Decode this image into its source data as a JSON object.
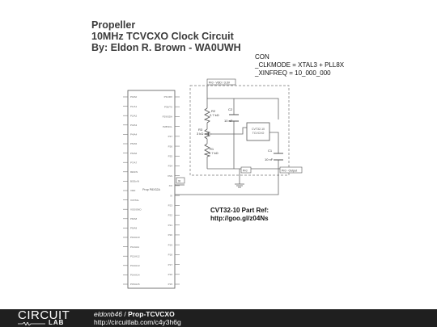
{
  "title": {
    "line1": "Propeller",
    "line2": "10MHz TCVCXO Clock Circuit",
    "line3": "By: Eldon R. Brown - WA0UWH"
  },
  "con_block": {
    "line1": "CON",
    "line2": "_CLKMODE = XTAL3 + PLL8X",
    "line3": "_XINFREQ = 10_000_000"
  },
  "part_ref": {
    "line1": "CVT32-10 Part Ref:",
    "line2": "http://goo.gl/z04Ns"
  },
  "schematic": {
    "chip_label": "Prop P8X32A",
    "left_pins": [
      "P0/A0",
      "P1/A1",
      "P2/A2",
      "P3/A3",
      "P4/A4",
      "P5/A5",
      "P6/A6",
      "P7/A7",
      "RES/N",
      "BOEn/N",
      "VDD",
      "XI/XTAL",
      "VSS/GND",
      "P8/A8",
      "P9/A9",
      "P10/A10",
      "P11/A11",
      "P12/A12",
      "P13/A13",
      "P14/A14",
      "P15/A15"
    ],
    "right_pins": [
      "P31/RX",
      "P30/TX",
      "P29/SDA",
      "P28/SCL",
      "P27",
      "P26",
      "P25",
      "P24",
      "VSS",
      "XO",
      "XI",
      "P23",
      "P22",
      "P21",
      "P20",
      "P19",
      "P18",
      "P17",
      "P16",
      "P15"
    ],
    "net_vdd": "Prd - VDD / 3.3V",
    "net_prd": "Prd",
    "net_output": "Prd - Output",
    "net_xi": "XI",
    "r2_name": "R2",
    "r2_value": "2.7 kΩ",
    "r3_name": "R3",
    "r3_value": "3 kΩ",
    "r1_name": "R1",
    "r1_value": "2.7 kΩ",
    "c2_name": "C2",
    "c2_value": "10 nF",
    "c1_name": "C1",
    "c1_value": "10 nF",
    "osc_label": "CVT32-10",
    "osc_sub": "TCVCXO"
  },
  "footer": {
    "logo_top": "CIRCUIT",
    "logo_bottom": "LAB",
    "user": "eldonb46",
    "separator": " / ",
    "project": "Prop-TCVCXO",
    "url": "http://circuitlab.com/c4y3h6g"
  },
  "colors": {
    "footer_bg": "#1f1f1f",
    "title_text": "#3b3b3b",
    "wire": "#666666"
  }
}
